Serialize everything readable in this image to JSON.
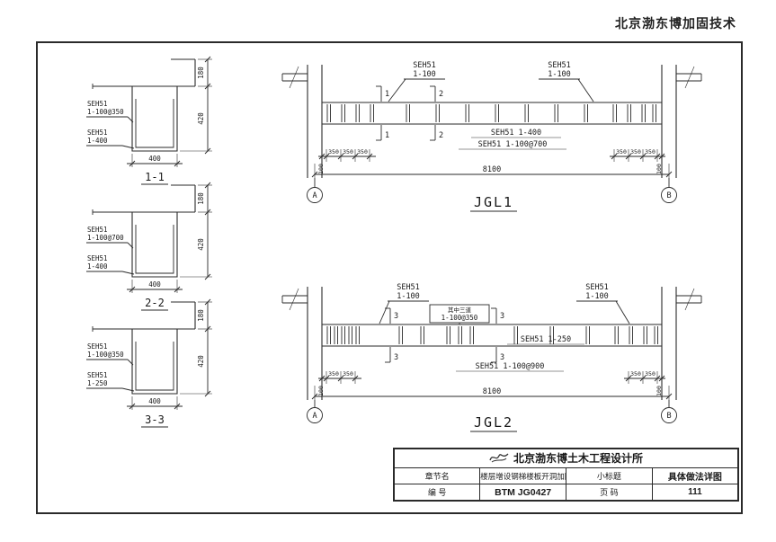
{
  "page": {
    "brand_header": "北京渤东博加固技术"
  },
  "sections": [
    {
      "title": "1-1",
      "label_web_l1": "SEH51",
      "label_web_l2": "1-100@350",
      "label_bottom_l1": "SEH51",
      "label_bottom_l2": "1-400",
      "dim_top": "180",
      "dim_depth": "420",
      "dim_width": "400"
    },
    {
      "title": "2-2",
      "label_web_l1": "SEH51",
      "label_web_l2": "1-100@700",
      "label_bottom_l1": "SEH51",
      "label_bottom_l2": "1-400",
      "dim_top": "180",
      "dim_depth": "420",
      "dim_width": "400"
    },
    {
      "title": "3-3",
      "label_web_l1": "SEH51",
      "label_web_l2": "1-100@350",
      "label_bottom_l1": "SEH51",
      "label_bottom_l2": "1-250",
      "dim_top": "180",
      "dim_depth": "420",
      "dim_width": "400"
    }
  ],
  "beams": [
    {
      "title": "JGL1",
      "callout1": {
        "l1": "SEH51",
        "l2": "1-100"
      },
      "callout2": {
        "l1": "SEH51",
        "l2": "1-100"
      },
      "cut_a": "1",
      "cut_b": "2",
      "beam_label": "SEH51 1-400",
      "below_label": "SEH51 1-100@700",
      "dim_left_end": "100",
      "dims_left": [
        "350",
        "350",
        "350"
      ],
      "dims_right": [
        "350",
        "350",
        "350"
      ],
      "dim_right_end": "100",
      "dim_total": "8100",
      "axis_left": "A",
      "axis_right": "B"
    },
    {
      "title": "JGL2",
      "callout1": {
        "l1": "SEH51",
        "l2": "1-100"
      },
      "callout2": {
        "l1": "SEH51",
        "l2": "1-100"
      },
      "cut_a": "3",
      "cut_b": "3",
      "box": {
        "l1": "其中三道",
        "l2": "1-100@350"
      },
      "beam_label": "SEH51 1-250",
      "below_label": "SEH51 1-100@900",
      "dim_left_end": "100",
      "dims_left": [
        "350",
        "350"
      ],
      "dims_right": [
        "350",
        "350"
      ],
      "dim_right_end": "100",
      "dim_total": "8100",
      "axis_left": "A",
      "axis_right": "B"
    }
  ],
  "titleblock": {
    "company": "北京渤东博土木工程设计所",
    "logo_icon": "scribble-logo",
    "rows": [
      {
        "label1": "章节名",
        "value1": "楼层增设钢梯楼板开洞加固案例",
        "label2": "小标题",
        "value2": "具体做法详图"
      },
      {
        "label1": "编 号",
        "value1": "BTM JG0427",
        "label2": "页 码",
        "value2": "111"
      }
    ]
  }
}
